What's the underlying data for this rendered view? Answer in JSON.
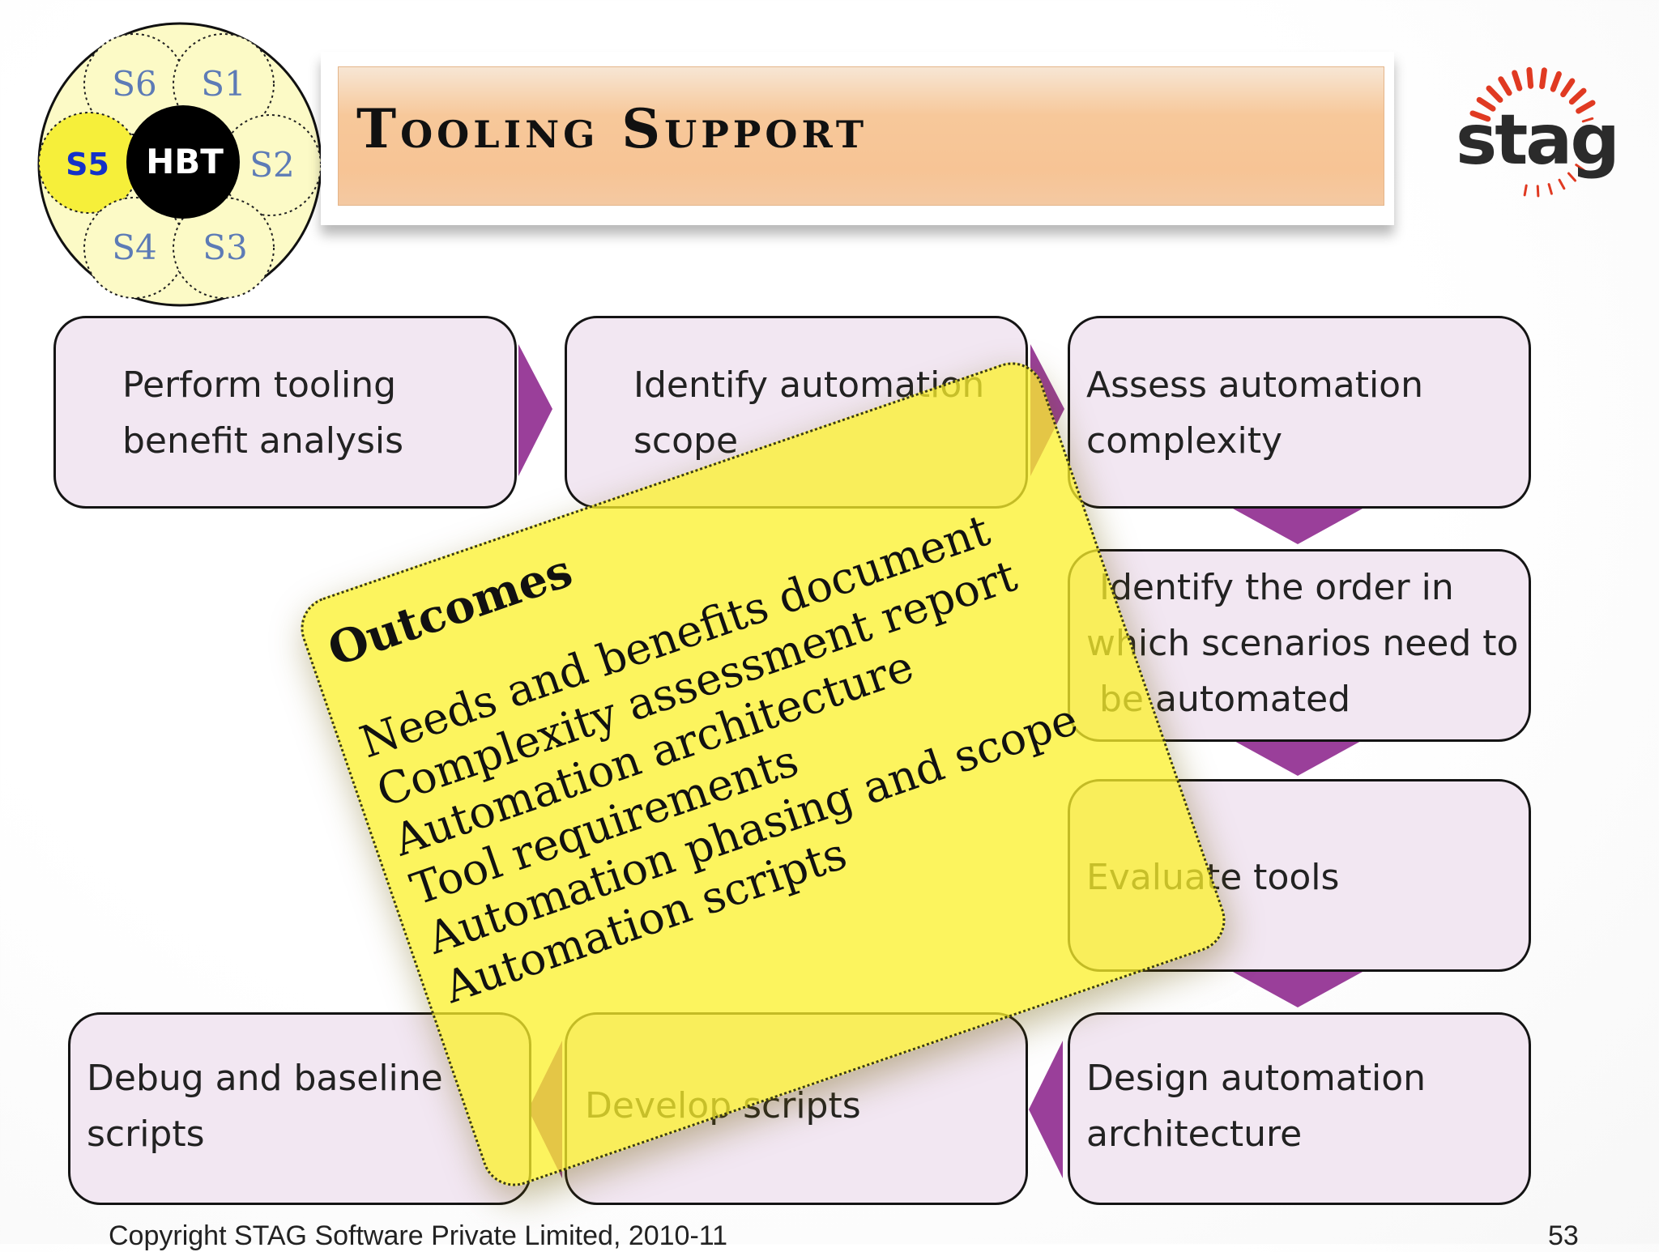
{
  "hbt_badge": {
    "center_label": "HBT",
    "stages": [
      "S6",
      "S1",
      "S5",
      "S2",
      "S4",
      "S3"
    ],
    "highlighted_stage": "S5",
    "colors": {
      "ring": "#fcfac6",
      "highlight": "#f6ef3a",
      "highlight_text": "#1431c8",
      "stage_text": "#5d7bb6",
      "center": "#000000"
    }
  },
  "title": "Tooling Support",
  "logo": {
    "text": "stag",
    "tick_color": "#e03a22",
    "text_color": "#2b2b2b"
  },
  "steps": [
    {
      "id": "perform",
      "lines": [
        "Perform tooling",
        "benefit analysis"
      ]
    },
    {
      "id": "identify-scope",
      "lines": [
        "Identify automation",
        "scope"
      ]
    },
    {
      "id": "assess",
      "lines": [
        "Assess automation",
        "complexity"
      ]
    },
    {
      "id": "order",
      "lines": [
        "Identify  the order in",
        "which scenarios need to",
        "be automated"
      ]
    },
    {
      "id": "evaluate",
      "lines": [
        "Evaluate tools"
      ]
    },
    {
      "id": "design",
      "lines": [
        "Design automation",
        "architecture"
      ]
    },
    {
      "id": "develop",
      "lines": [
        "Develop scripts"
      ]
    },
    {
      "id": "debug",
      "lines": [
        "Debug and baseline",
        "scripts"
      ]
    }
  ],
  "arrow_color": "#9a3f9a",
  "outcomes": {
    "title": "Outcomes",
    "items": [
      "Needs and benefits document",
      "Complexity assessment report",
      "Automation architecture",
      "Tool requirements",
      "Automation phasing and scope",
      "Automation scripts"
    ]
  },
  "footer": {
    "copyright": "Copyright STAG Software Private Limited, 2010-11",
    "page_number": "53"
  }
}
